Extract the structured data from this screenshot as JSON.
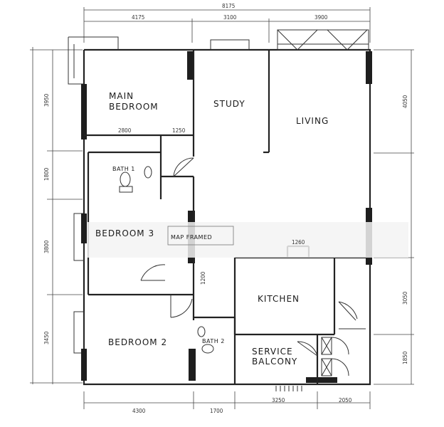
{
  "rooms": {
    "main_bedroom": [
      "MAIN",
      "BEDROOM"
    ],
    "study": "STUDY",
    "living": "LIVING",
    "bath1": "BATH 1",
    "bedroom3": "BEDROOM 3",
    "kitchen": "KITCHEN",
    "bedroom2": "BEDROOM 2",
    "bath2": "BATH 2",
    "service_balcony": [
      "SERVICE",
      "BALCONY"
    ]
  },
  "dimensions": {
    "overall_top": "8175",
    "top": [
      "4175",
      "3100",
      "3900"
    ],
    "bottom": [
      "4300",
      "1700",
      "3250",
      "2050"
    ],
    "left": [
      "3950",
      "1800",
      "3800",
      "3450"
    ],
    "right": [
      "4050",
      "3050",
      "1850"
    ],
    "internal": [
      "2800",
      "1250",
      "1260",
      "1200"
    ]
  },
  "overlay_text": "MAP FRAMED"
}
